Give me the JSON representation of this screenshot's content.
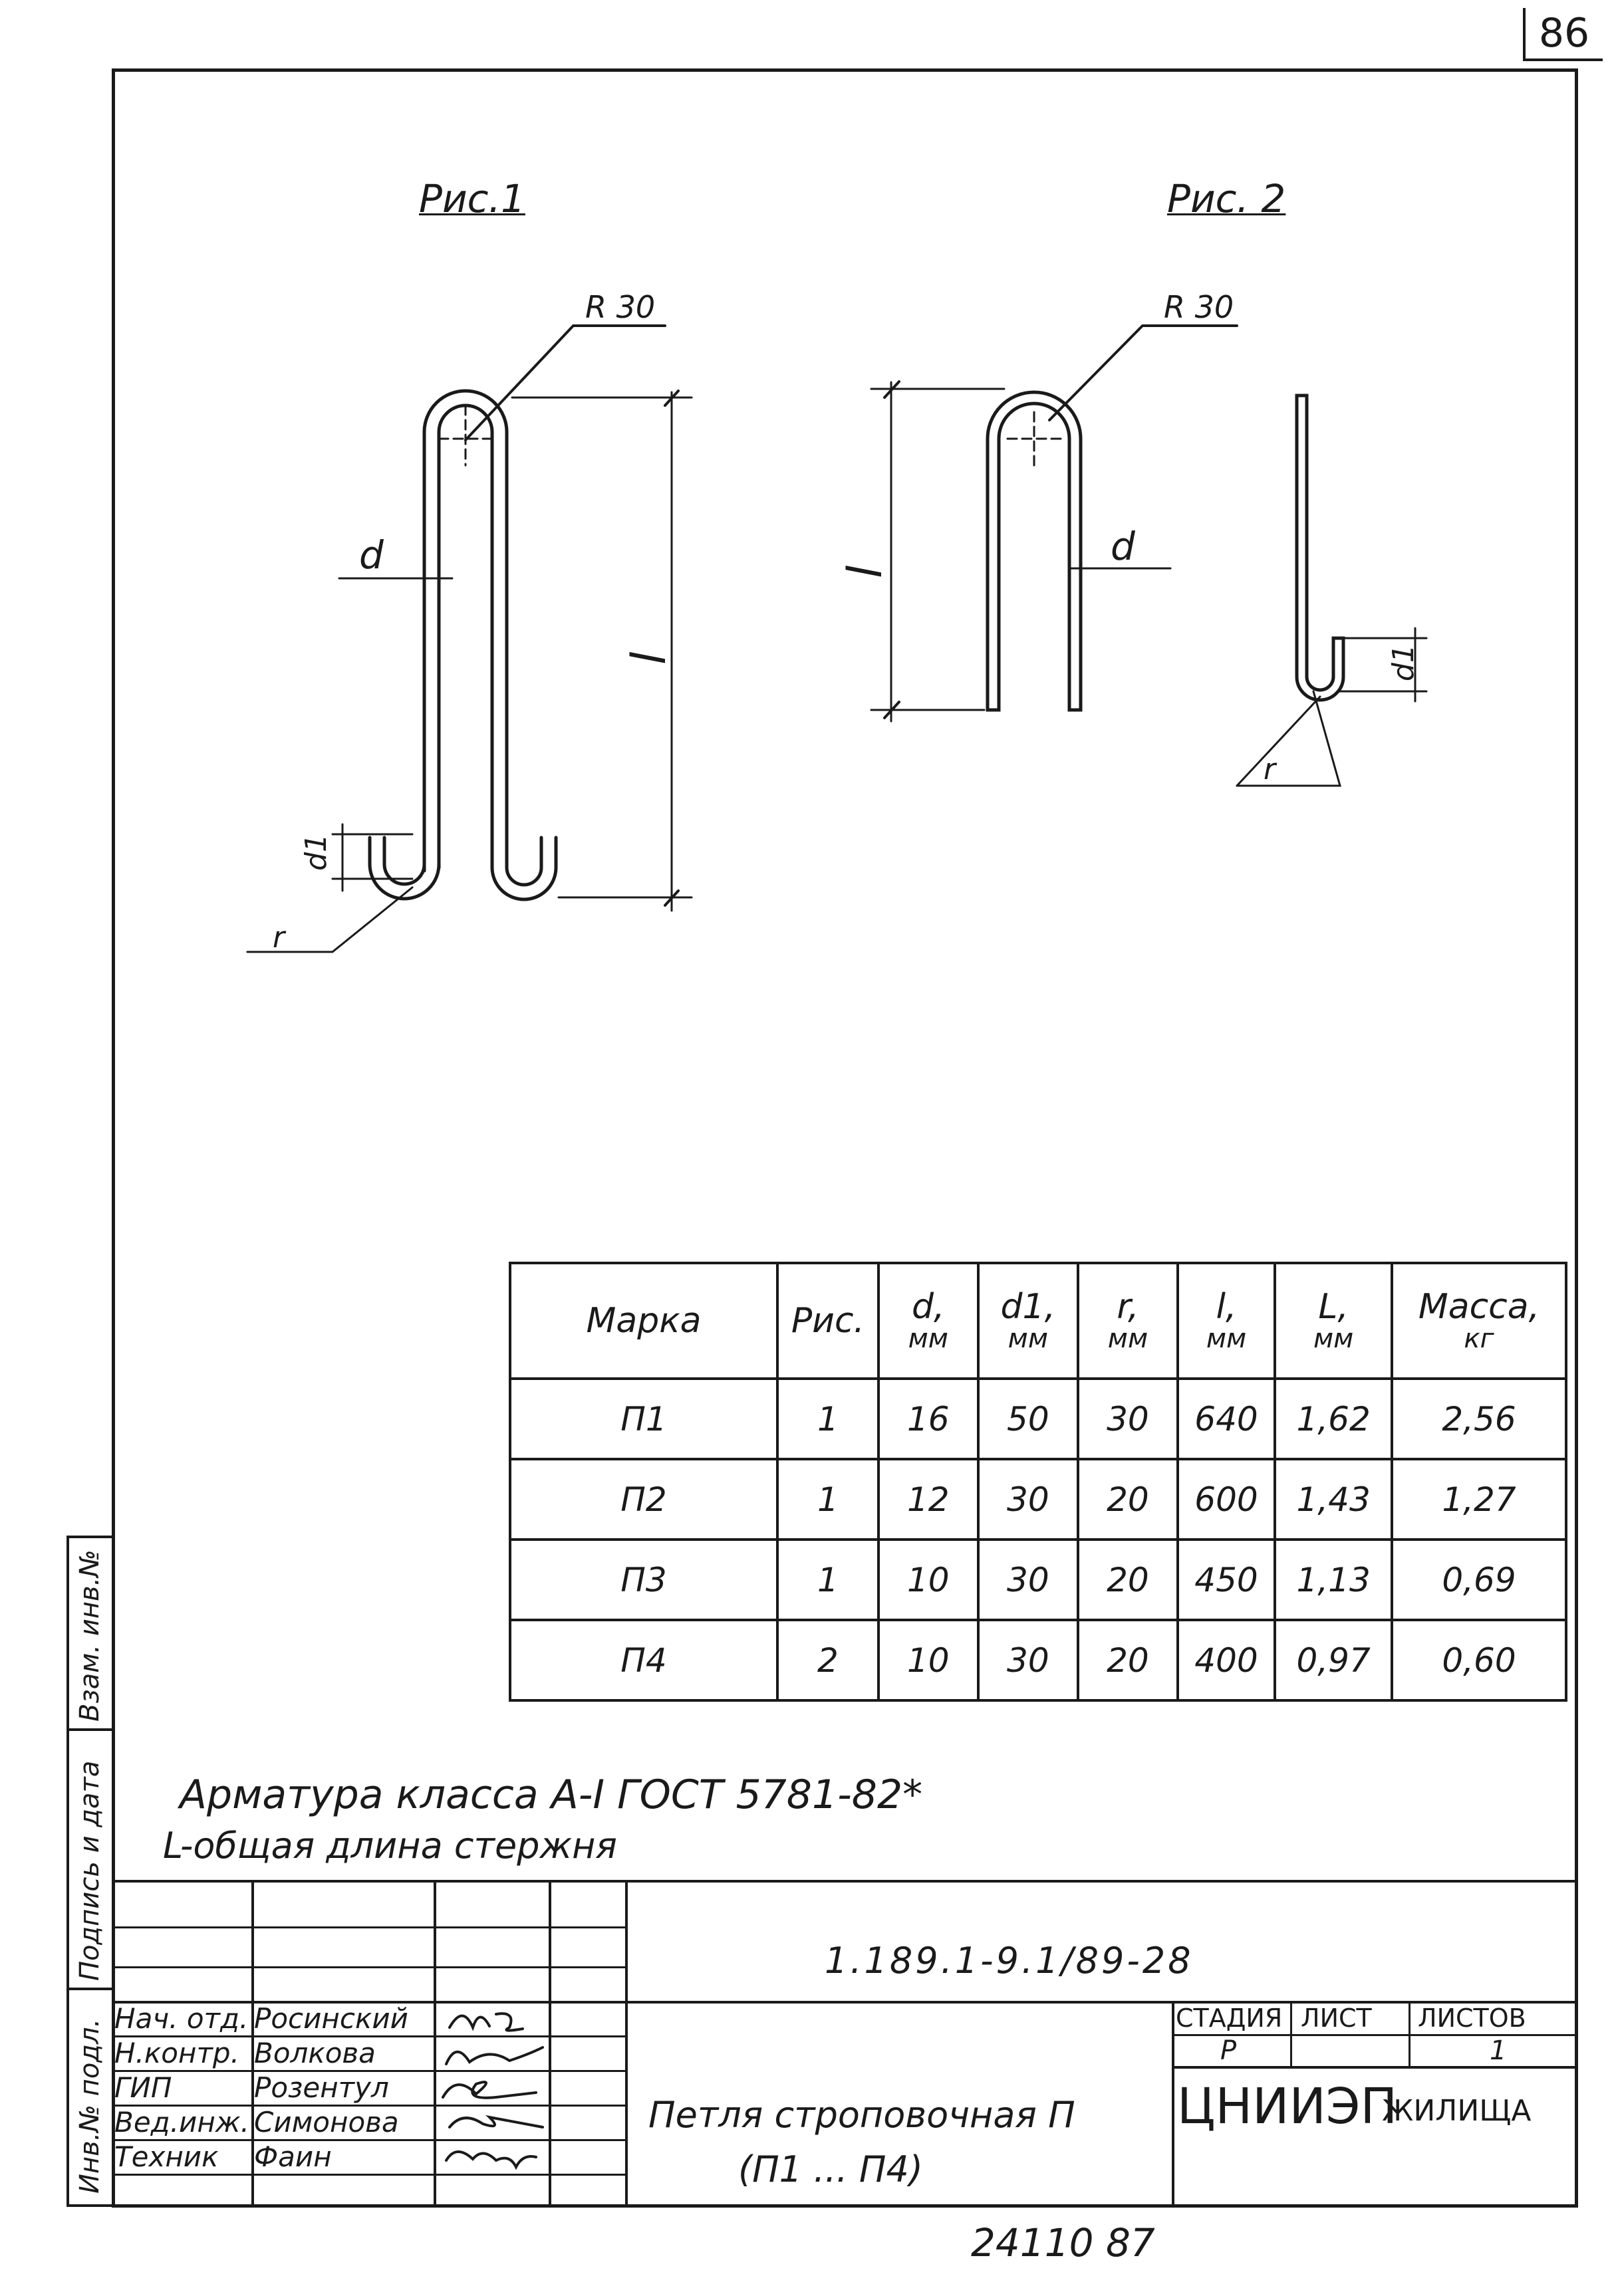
{
  "page_number": "86",
  "figures": {
    "fig1_title": "Рис.1",
    "fig2_title": "Рис. 2",
    "labels": {
      "radius": "R 30",
      "d": "d",
      "d1": "d1",
      "r": "r",
      "l": "l"
    }
  },
  "table": {
    "headers": [
      {
        "label": "Марка",
        "unit": ""
      },
      {
        "label": "Рис.",
        "unit": ""
      },
      {
        "label": "d,",
        "unit": "мм"
      },
      {
        "label": "d1,",
        "unit": "мм"
      },
      {
        "label": "r,",
        "unit": "мм"
      },
      {
        "label": "l,",
        "unit": "мм"
      },
      {
        "label": "L,",
        "unit": "мм"
      },
      {
        "label": "Масса,",
        "unit": "кг"
      }
    ],
    "rows": [
      [
        "П1",
        "1",
        "16",
        "50",
        "30",
        "640",
        "1,62",
        "2,56"
      ],
      [
        "П2",
        "1",
        "12",
        "30",
        "20",
        "600",
        "1,43",
        "1,27"
      ],
      [
        "П3",
        "1",
        "10",
        "30",
        "20",
        "450",
        "1,13",
        "0,69"
      ],
      [
        "П4",
        "2",
        "10",
        "30",
        "20",
        "400",
        "0,97",
        "0,60"
      ]
    ]
  },
  "notes": {
    "line1": "Арматура класса  А-I   ГОСТ 5781-82*",
    "line2": "L-общая длина стержня"
  },
  "title_block": {
    "doc_code": "1.189.1-9.1/89-28",
    "roles": [
      {
        "role": "Нач. отд.",
        "name": "Росинский"
      },
      {
        "role": "Н.контр.",
        "name": "Волкова"
      },
      {
        "role": "ГИП",
        "name": "Розентул"
      },
      {
        "role": "Вед.инж.",
        "name": "Симонова"
      },
      {
        "role": "Техник",
        "name": "Фаин"
      }
    ],
    "item_title_1": "Петля строповочная  П",
    "item_title_2": "(П1 ... П4)",
    "stage_label": "СТАДИЯ",
    "sheet_label": "ЛИСТ",
    "sheets_label": "ЛИСТОВ",
    "stage_value": "Р",
    "sheets_value": "1",
    "org": "ЦНИИЭП",
    "org_suffix": "жилища"
  },
  "side_stamp": {
    "inv_podl": "Инв.№ подл.",
    "podpis_data": "Подпись и дата",
    "vzam_inv": "Взам. инв.№"
  },
  "footer": "24110  87"
}
